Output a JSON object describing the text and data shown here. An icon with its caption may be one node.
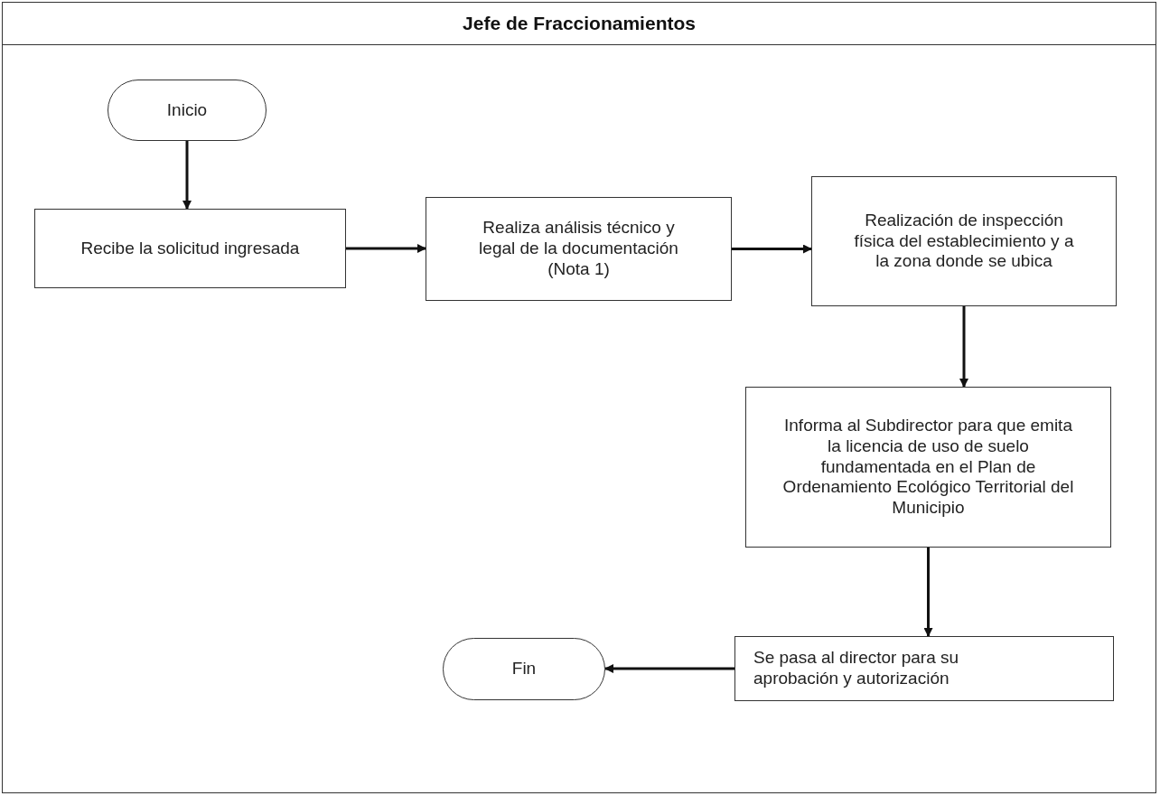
{
  "diagram": {
    "nodes": [
      {
        "text": [
          "Jefe de Fraccionamientos"
        ]
      },
      {
        "text": [
          "Inicio"
        ],
        "in": 0
      },
      {
        "text": [
          "Recibe la solicitud ingresada"
        ],
        "in": 0
      },
      {
        "text": [
          "Realiza análisis técnico y legal de la documentación (Nota 1)"
        ],
        "in": 0
      },
      {
        "text": [
          "Realización de inspección física del establecimiento y a la zona donde se ubica"
        ],
        "in": 0
      },
      {
        "text": [
          "Informa al Subdirector para que emita la licencia de uso de suelo fundamentada en el Plan de Ordenamiento Ecológico Territorial del Municipio"
        ],
        "in": 0
      },
      {
        "text": [
          "Se pasa al director para su aprobación y autorización"
        ],
        "in": 0
      },
      {
        "text": [
          "Fin"
        ],
        "in": 0
      }
    ],
    "edges": [
      {
        "from": 1,
        "to": 2,
        "arrow": "to"
      },
      {
        "from": 2,
        "to": 3,
        "arrow": "to"
      },
      {
        "from": 3,
        "to": 4,
        "arrow": "to"
      },
      {
        "from": 4,
        "to": 5,
        "arrow": "to"
      },
      {
        "from": 5,
        "to": 6,
        "arrow": "to"
      },
      {
        "from": 6,
        "to": 7,
        "arrow": "to"
      }
    ]
  }
}
